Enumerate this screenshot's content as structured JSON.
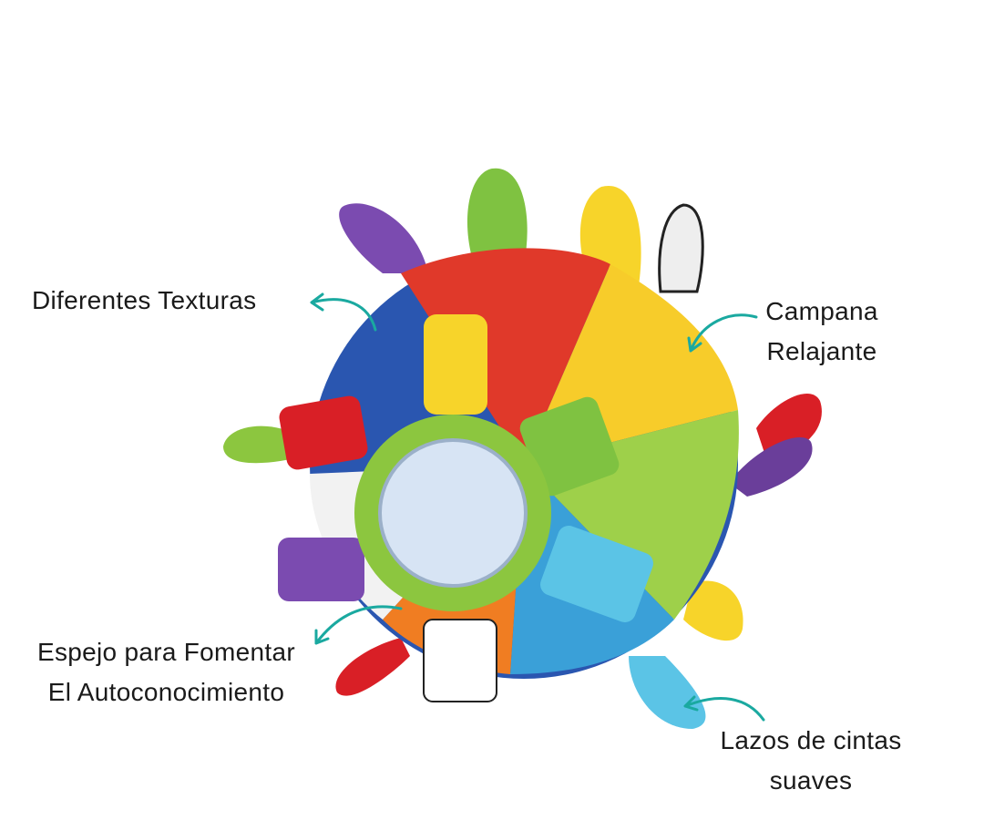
{
  "labels": {
    "textures": "Diferentes Texturas",
    "bell_line1": "Campana",
    "bell_line2": "Relajante",
    "mirror_line1": "Espejo para Fomentar",
    "mirror_line2": "El Autoconocimiento",
    "ribbons_line1": "Lazos de cintas",
    "ribbons_line2": "suaves"
  },
  "colors": {
    "arrow": "#1aa9a0",
    "text": "#1a1a1a"
  }
}
